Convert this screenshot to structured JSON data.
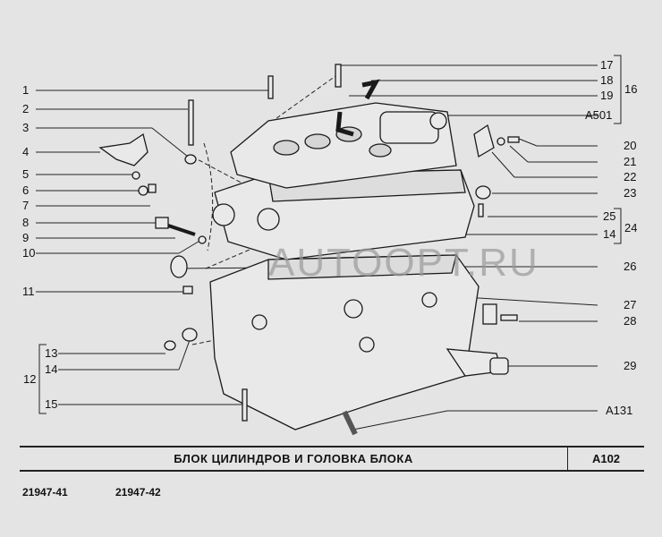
{
  "diagram": {
    "title": "БЛОК ЦИЛИНДРОВ И ГОЛОВКА БЛОКА",
    "code": "A102",
    "models": [
      "21947-41",
      "21947-42"
    ],
    "watermark": "AUTOOPT.RU",
    "left_labels": [
      "1",
      "2",
      "3",
      "4",
      "5",
      "6",
      "7",
      "8",
      "9",
      "10",
      "11",
      "13",
      "14",
      "12",
      "15"
    ],
    "right_labels": [
      "17",
      "18",
      "19",
      "16",
      "A501",
      "20",
      "21",
      "22",
      "23",
      "25",
      "24",
      "14",
      "26",
      "27",
      "28",
      "29",
      "A131"
    ]
  }
}
